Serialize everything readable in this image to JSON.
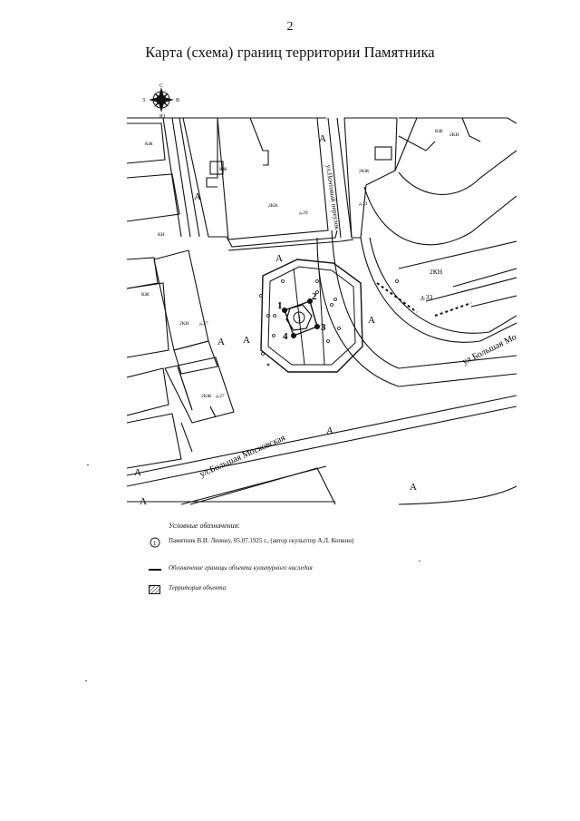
{
  "page": {
    "number": "2",
    "title": "Карта (схема) границ территории Памятника"
  },
  "compass": {
    "n": "С",
    "s": "Ю",
    "w": "З",
    "e": "В"
  },
  "map": {
    "zone_letter": "А",
    "streets": {
      "bolshaya_moskovskaya": "ул.Большая Московская",
      "bolshaya_mos_cut": "ул.Большая Мос",
      "pochtovy": "ул.Почтовый переулок"
    },
    "building_codes": [
      "КЖ",
      "2КЖ",
      "КЖ",
      "2КН",
      "КН",
      "2КН",
      "КЖ",
      "2КН",
      "2КЖ",
      "2КН",
      "КЖ"
    ],
    "house_numbers": [
      "д.29",
      "д.31",
      "д.27",
      "д.27",
      "д.33"
    ],
    "points": [
      "1",
      "2",
      "3",
      "4"
    ],
    "monument_marker": "1"
  },
  "legend": {
    "heading": "Условные обозначения:",
    "items": [
      {
        "symbol": "1",
        "text": "Памятник В.И. Ленину, 05.07.1925 г., (автор скульптор А.Л. Копкин)"
      },
      {
        "symbol": "boundary-line",
        "text": "Обозначение границы объекта культурного наследия"
      },
      {
        "symbol": "hatch",
        "text": "Территория объекта"
      }
    ]
  }
}
